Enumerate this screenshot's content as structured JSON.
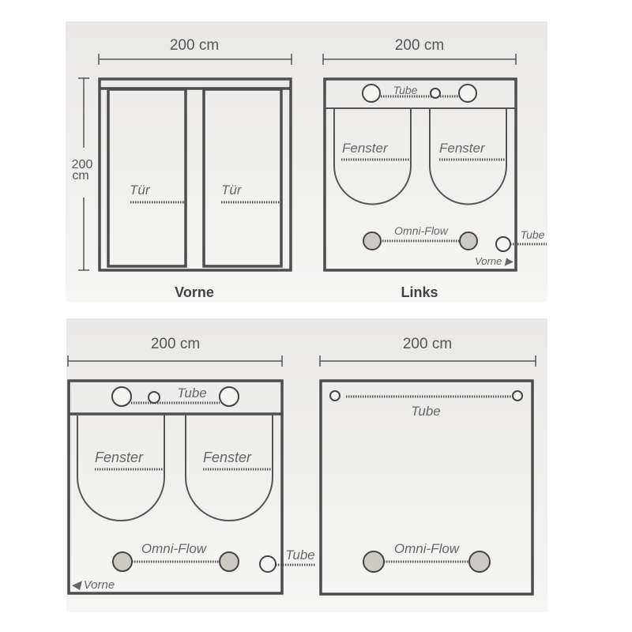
{
  "panels": {
    "front": {
      "width": "200 cm",
      "height_value": "200",
      "height_unit": "cm",
      "door_label": "Tür",
      "title": "Vorne"
    },
    "left": {
      "width": "200 cm",
      "tube_label": "Tube",
      "window_label": "Fenster",
      "omni_label": "Omni-Flow",
      "side_tube_label": "Tube",
      "direction_label": "Vorne ▶",
      "title": "Links"
    },
    "back": {
      "width": "200 cm",
      "tube_label": "Tube",
      "window_label": "Fenster",
      "omni_label": "Omni-Flow",
      "side_tube_label": "Tube",
      "direction_label": "◀ Vorne"
    },
    "top": {
      "width": "200 cm",
      "tube_label": "Tube",
      "omni_label": "Omni-Flow"
    }
  }
}
